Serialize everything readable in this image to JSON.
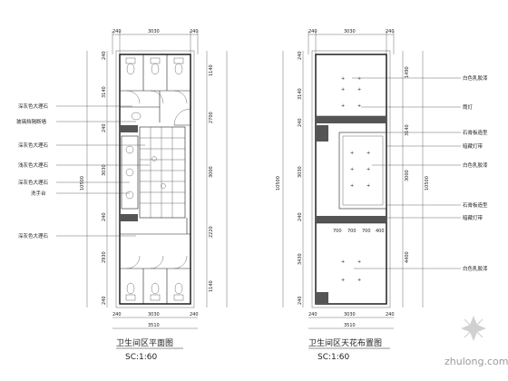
{
  "plan_left": {
    "title": "卫生间区平面图",
    "scale": "SC:1:60",
    "dims_top": [
      "240",
      "3030",
      "240"
    ],
    "dims_bottom_upper": [
      "240",
      "3030",
      "240"
    ],
    "dims_bottom_total": "3510",
    "dims_left": [
      "240",
      "3140",
      "240",
      "3030",
      "240",
      "2930",
      "240"
    ],
    "dims_right": [
      "1140",
      "2700",
      "3000",
      "2220",
      "1140"
    ],
    "dim_total_vertical": "10500",
    "callouts": [
      "深灰色大理石",
      "玻璃挡隔断墙",
      "深灰色大理石",
      "浅灰色大理石",
      "深灰色大理石",
      "洗手台",
      "深灰色大理石"
    ]
  },
  "plan_right": {
    "title": "卫生间区天花布置图",
    "scale": "SC:1:60",
    "dims_top": [
      "240",
      "3030",
      "240"
    ],
    "dims_bottom_upper": [
      "240",
      "3030",
      "240"
    ],
    "dims_bottom_total": "3510",
    "dims_left": [
      "240",
      "3140",
      "240",
      "3030",
      "240",
      "3430",
      "240"
    ],
    "dims_right": [
      "1490",
      "3140",
      "3000",
      "4400"
    ],
    "dim_total_vertical": "10500",
    "ceiling_dims": [
      "700",
      "700",
      "700",
      "400"
    ],
    "callouts": [
      "白色乳胶漆",
      "筒灯",
      "石膏板造型",
      "暗藏灯带",
      "白色乳胶漆",
      "石膏板造型",
      "暗藏灯带",
      "白色乳胶漆"
    ]
  },
  "watermark": "zhulong.com"
}
